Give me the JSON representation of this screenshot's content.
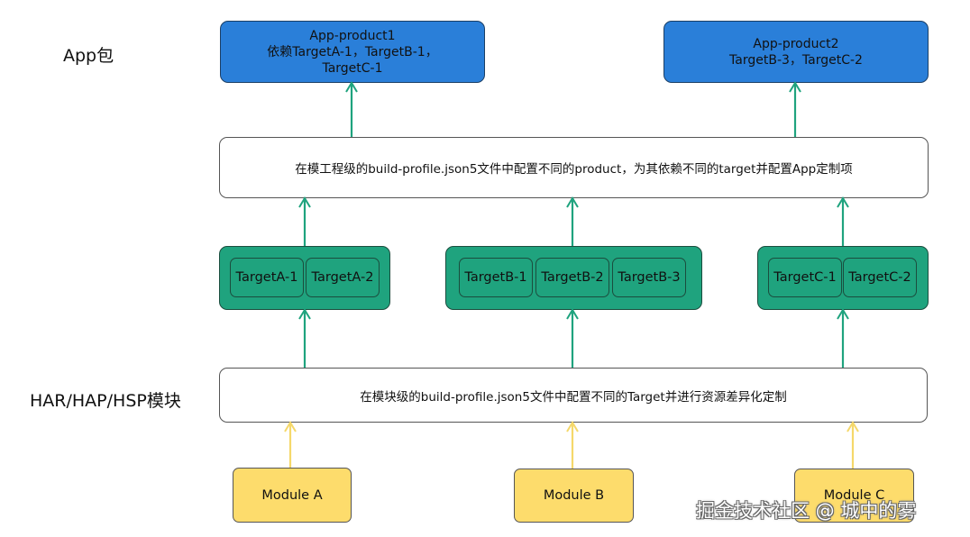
{
  "labels": {
    "app_layer": "App包",
    "module_layer": "HAR/HAP/HSP模块"
  },
  "products": [
    {
      "line1": "App-product1",
      "line2": "依赖TargetA-1，TargetB-1，",
      "line3": "TargetC-1"
    },
    {
      "line1": "App-product2",
      "line2": "TargetB-3，TargetC-2"
    }
  ],
  "project_config": "在模工程级的build-profile.json5文件中配置不同的product，为其依赖不同的target并配置App定制项",
  "target_groups": [
    {
      "targets": [
        "TargetA-1",
        "TargetA-2"
      ]
    },
    {
      "targets": [
        "TargetB-1",
        "TargetB-2",
        "TargetB-3"
      ]
    },
    {
      "targets": [
        "TargetC-1",
        "TargetC-2"
      ]
    }
  ],
  "module_config": "在模块级的build-profile.json5文件中配置不同的Target并进行资源差异化定制",
  "modules": [
    "Module A",
    "Module B",
    "Module C"
  ],
  "watermark": "掘金技术社区 @ 城中的雾",
  "colors": {
    "app_box": "#2a7fd9",
    "target_box": "#1fa37e",
    "module_box": "#fddc6c",
    "teal_arrow": "#1fa37e",
    "yellow_arrow": "#f5d86a"
  }
}
